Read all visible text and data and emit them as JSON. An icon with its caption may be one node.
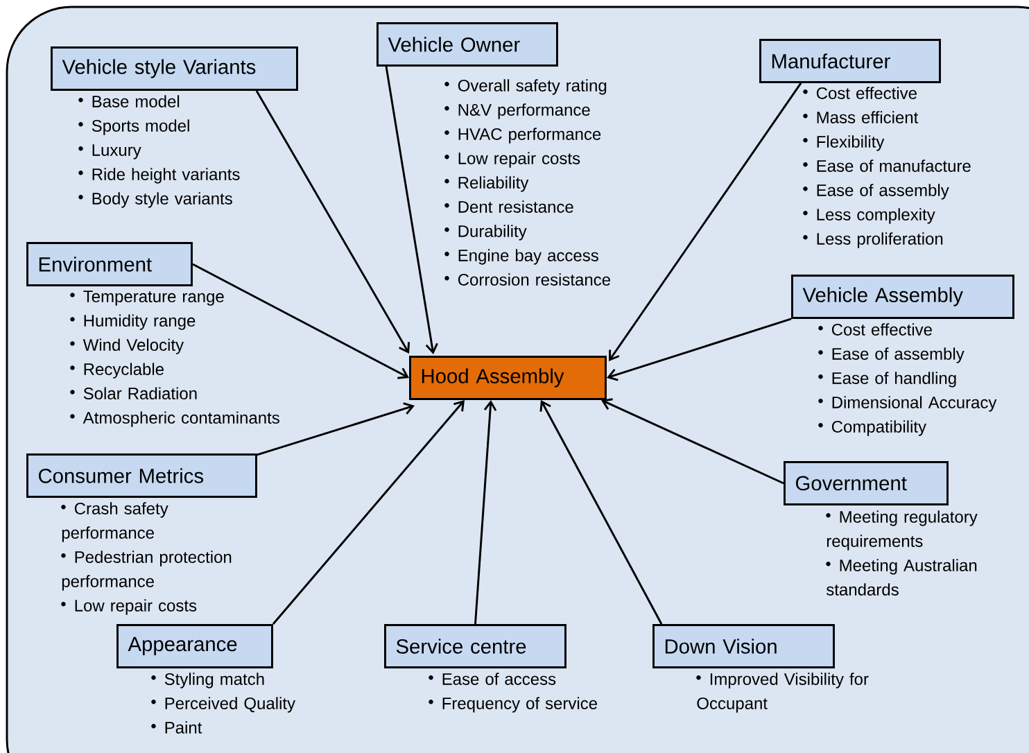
{
  "diagram": {
    "nodes": [
      {
        "text": [
          "Vehicle style Variants"
        ],
        "beside": [
          "Base model",
          "Sports model",
          "Luxury",
          "Ride height variants",
          "Body style variants"
        ]
      },
      {
        "text": [
          "Vehicle Owner"
        ],
        "beside": [
          "Overall safety rating",
          "N&V performance",
          "HVAC performance",
          "Low repair costs",
          "Reliability",
          "Dent resistance",
          "Durability",
          "Engine bay access",
          "Corrosion resistance"
        ]
      },
      {
        "text": [
          "Manufacturer"
        ],
        "beside": [
          "Cost effective",
          "Mass efficient",
          "Flexibility",
          "Ease of manufacture",
          "Ease of assembly",
          "Less complexity",
          "Less proliferation"
        ]
      },
      {
        "text": [
          "Environment"
        ],
        "beside": [
          "Temperature range",
          "Humidity range",
          "Wind Velocity",
          "Recyclable",
          "Solar Radiation",
          "Atmospheric contaminants"
        ]
      },
      {
        "text": [
          "Vehicle Assembly"
        ],
        "beside": [
          "Cost effective",
          "Ease of assembly",
          "Ease of handling",
          "Dimensional Accuracy",
          "Compatibility"
        ]
      },
      {
        "text": [
          "Hood Assembly"
        ]
      },
      {
        "text": [
          "Consumer Metrics"
        ],
        "beside": [
          "Crash safety performance",
          "Pedestrian protection performance",
          "Low repair costs"
        ]
      },
      {
        "text": [
          "Government"
        ],
        "beside": [
          "Meeting regulatory requirements",
          "Meeting Australian standards"
        ]
      },
      {
        "text": [
          "Appearance"
        ],
        "beside": [
          "Styling match",
          "Perceived Quality",
          "Paint"
        ]
      },
      {
        "text": [
          "Service centre"
        ],
        "beside": [
          "Ease of access",
          "Frequency of service"
        ]
      },
      {
        "text": [
          "Down Vision"
        ],
        "beside": [
          "Improved Visibility for Occupant"
        ]
      }
    ],
    "edges": [
      {
        "from": 0,
        "to": 5,
        "arrow": "to"
      },
      {
        "from": 1,
        "to": 5,
        "arrow": "to"
      },
      {
        "from": 2,
        "to": 5,
        "arrow": "to"
      },
      {
        "from": 3,
        "to": 5,
        "arrow": "to"
      },
      {
        "from": 4,
        "to": 5,
        "arrow": "to"
      },
      {
        "from": 6,
        "to": 5,
        "arrow": "to"
      },
      {
        "from": 7,
        "to": 5,
        "arrow": "to"
      },
      {
        "from": 8,
        "to": 5,
        "arrow": "to"
      },
      {
        "from": 9,
        "to": 5,
        "arrow": "to"
      },
      {
        "from": 10,
        "to": 5,
        "arrow": "to"
      }
    ]
  }
}
